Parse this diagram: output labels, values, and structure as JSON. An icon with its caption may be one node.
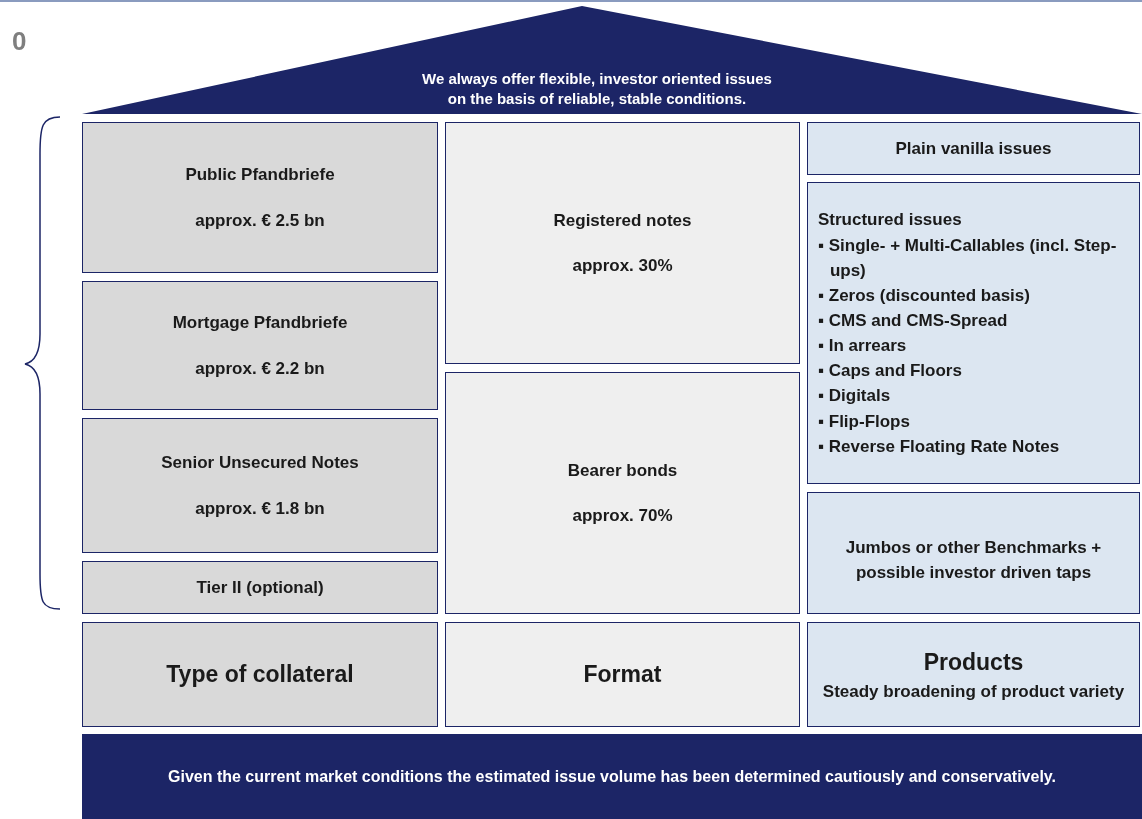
{
  "diagram": {
    "nodes": [
      {
        "text": [
          "We always offer flexible, investor oriented issues on the basis of reliable, stable conditions."
        ]
      },
      {
        "text": [
          "Public Pfandbriefe",
          "approx. € 2.5 bn"
        ]
      },
      {
        "text": [
          "Mortgage Pfandbriefe",
          "approx. € 2.2 bn"
        ]
      },
      {
        "text": [
          "Senior Unsecured Notes",
          "approx. € 1.8 bn"
        ]
      },
      {
        "text": [
          "Tier II (optional)"
        ]
      },
      {
        "text": [
          "Registered notes",
          "approx. 30%"
        ]
      },
      {
        "text": [
          "Bearer bonds",
          "approx. 70%"
        ]
      },
      {
        "text": [
          "Plain vanilla issues"
        ]
      },
      {
        "text": [
          "Structured issues",
          "▪ Single- + Multi-Callables (incl. Step-ups)",
          "▪ Zeros (discounted basis)",
          "▪ CMS and CMS-Spread",
          "▪ In arrears",
          "▪ Caps and Floors",
          "▪ Digitals",
          "▪ Flip-Flops",
          "▪ Reverse Floating Rate Notes"
        ]
      },
      {
        "text": [
          "Jumbos or other Benchmarks + possible investor driven taps"
        ]
      },
      {
        "text": [
          "Type of collateral"
        ]
      },
      {
        "text": [
          "Format"
        ]
      },
      {
        "text": [
          "Products",
          "Steady broadening of product variety"
        ]
      },
      {
        "text": [
          "Given the current market conditions the estimated issue volume has been determined cautiously and conservatively."
        ]
      }
    ],
    "labels": [
      "0"
    ]
  }
}
